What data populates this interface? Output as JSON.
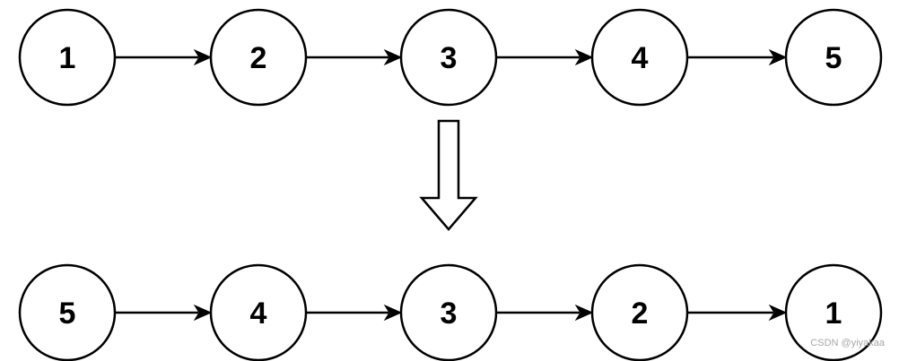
{
  "diagram": {
    "top_row": {
      "nodes": [
        "1",
        "2",
        "3",
        "4",
        "5"
      ]
    },
    "bottom_row": {
      "nodes": [
        "5",
        "4",
        "3",
        "2",
        "1"
      ]
    }
  },
  "watermark": {
    "text": "CSDN @yiyakaa"
  }
}
